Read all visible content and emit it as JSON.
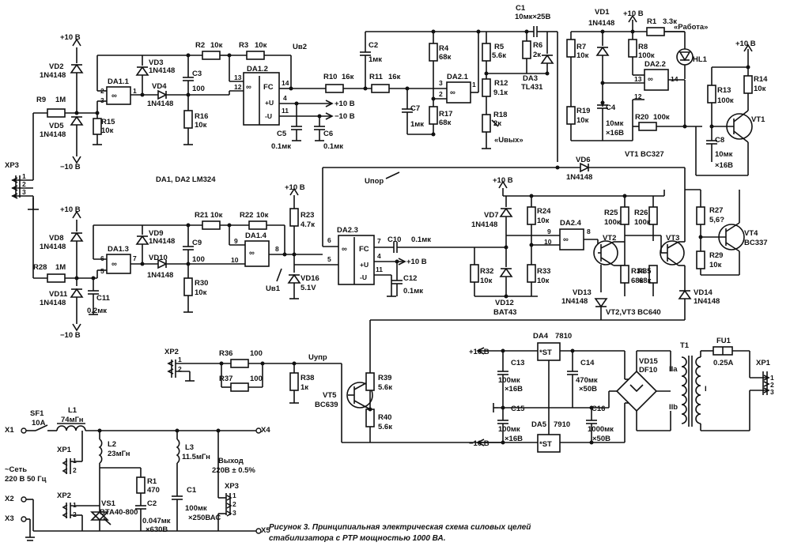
{
  "power": {
    "plus10": "+10 В",
    "minus10": "−10 В",
    "plus10b": "+10 В",
    "minus10b": "−10 В",
    "plus10c": "+10 В"
  },
  "opamps": {
    "da11": "DA1.1",
    "da12": "DA1.2",
    "da13": "DA1.3",
    "da14": "DA1.4",
    "da21": "DA2.1",
    "da22": "DA2.2",
    "da23": "DA2.3",
    "da24": "DA2.4",
    "fc": "FC",
    "inf": "∞",
    "note": "DA1, DA2  LM324",
    "pin_u_plus": "+U",
    "pin_u_minus": "-U"
  },
  "signals": {
    "ub2": "Uв2",
    "ub1": "Uв1",
    "upor": "Uпор",
    "uupr": "Uупр",
    "uvyh": "«Uвых»",
    "rabota": "«Работа»"
  },
  "resistors": {
    "r9": "R9",
    "r9v": "1M",
    "r15": "R15",
    "r15v": "10к",
    "r2": "R2",
    "r2v": "10к",
    "r3": "R3",
    "r3v": "10к",
    "r16": "R16",
    "r16v": "10к",
    "r10": "R10",
    "r10v": "16к",
    "r11": "R11",
    "r11v": "16к",
    "r4": "R4",
    "r4v": "68к",
    "r17": "R17",
    "r17v": "68к",
    "r5": "R5",
    "r5v": "5.6к",
    "r6": "R6",
    "r6v": "2к",
    "r12": "R12",
    "r12v": "9.1к",
    "r18": "R18",
    "r18v": "2к",
    "r7": "R7",
    "r7v": "10к",
    "r8": "R8",
    "r8v": "100к",
    "r1": "R1",
    "r1v": "3.3к",
    "r19": "R19",
    "r19v": "10к",
    "r20": "R20",
    "r20v": "100к",
    "r13": "R13",
    "r13v": "100к",
    "r14": "R14",
    "r14v": "10к",
    "r28": "R28",
    "r28v": "1M",
    "r21": "R21",
    "r21v": "10к",
    "r22": "R22",
    "r22v": "10к",
    "r30": "R30",
    "r30v": "10к",
    "r23": "R23",
    "r23v": "4.7к",
    "r24": "R24",
    "r24v": "10к",
    "r25": "R25",
    "r25v": "100к",
    "r26": "R26",
    "r26v": "100к",
    "r27": "R27",
    "r27v": "5,6?",
    "r29": "R29",
    "r29v": "10к",
    "r32": "R32",
    "r32v": "10к",
    "r33": "R33",
    "r33v": "10к",
    "r34": "R34",
    "r34v": "68к",
    "r35": "R35",
    "r35v": "68к",
    "r36": "R36",
    "r36v": "100",
    "r37": "R37",
    "r37v": "100",
    "r38": "R38",
    "r38v": "1к",
    "r39": "R39",
    "r39v": "5.6к",
    "r40": "R40",
    "r40v": "5.6к",
    "rr1": "R1",
    "rr1v": "470"
  },
  "capacitors": {
    "c1": "C1",
    "c1v": "10мк×25В",
    "c2": "C2",
    "c2v": "1мк",
    "c3": "C3",
    "c3v": "100",
    "c4": "C4",
    "c4v": "10мк",
    "c4v2": "×16В",
    "c5": "C5",
    "c5v": "0.1мк",
    "c6": "C6",
    "c6v": "0.1мк",
    "c7": "C7",
    "c7v": "1мк",
    "c8": "C8",
    "c8v": "10мк",
    "c8v2": "×16В",
    "c9": "C9",
    "c9v": "100",
    "c10": "C10",
    "c10v": "0.1мк",
    "c11": "C11",
    "c11v": "0.2мк",
    "c12": "C12",
    "c12v": "0.1мк",
    "c13": "C13",
    "c13v": "100мк",
    "c13v2": "×16В",
    "c14": "C14",
    "c14v": "470мк",
    "c14v2": "×50В",
    "c15": "C15",
    "c15v": "100мк",
    "c15v2": "×16В",
    "c16": "C16",
    "c16v": "1000мк",
    "c16v2": "×50В",
    "cc1": "C1",
    "cc1v": "100мк",
    "cc1v2": "×250ВАС",
    "cc2": "C2",
    "cc2v": "0.047мк",
    "cc2v2": "×630В"
  },
  "diodes": {
    "vd2": "VD2",
    "vd5": "VD5",
    "vd8": "VD8",
    "vd11": "VD11",
    "vd3": "VD3",
    "vd4": "VD4",
    "vd9": "VD9",
    "vd10": "VD10",
    "vd1": "VD1",
    "vd6": "VD6",
    "vd7": "VD7",
    "vd13": "VD13",
    "vd14": "VD14",
    "vd15": "VD15",
    "vd15v": "DF10",
    "vd16": "VD16",
    "vd16v": "5.1V",
    "vd12": "VD12",
    "vd12v": "BAT43",
    "part": "1N4148",
    "hl1": "HL1"
  },
  "transistors": {
    "vt1": "VT1",
    "vt1note": "VT1  BC327",
    "vt2": "VT2",
    "vt3": "VT3",
    "vt23note": "VT2,VT3  BC640",
    "vt4": "VT4",
    "vt4v": "BC337",
    "vt5": "VT5",
    "vt5v": "BC639",
    "vs1": "VS1",
    "vs1v": "BTA40-800"
  },
  "ics": {
    "da3": "DA3",
    "da3v": "TL431",
    "da4": "DA4",
    "da4v": "7810",
    "da5": "DA5",
    "da5v": "7910",
    "st": "*ST"
  },
  "power_supply": {
    "t1": "T1",
    "fu1": "FU1",
    "fu1v": "0.25A",
    "iia": "IIa",
    "iib": "IIb",
    "i": "I"
  },
  "connectors": {
    "xp1": "XP1",
    "xp2": "XP2",
    "xp3": "XP3",
    "x1": "X1",
    "x2": "X2",
    "x3": "X3",
    "x4": "X4",
    "x5": "X5",
    "p1": "1",
    "p2": "2",
    "p3": "3"
  },
  "mains": {
    "sf1": "SF1",
    "sf1v": "10A",
    "l1": "L1",
    "l1v": "74мГн",
    "l2": "L2",
    "l2v": "23мГн",
    "l3": "L3",
    "l3v": "11.5мГн",
    "net": "~Сеть",
    "netv": "220 В 50 Гц",
    "out": "Выход",
    "outv": "220В ± 0.5%"
  },
  "caption": {
    "line1": "Рисунок 3. Принципиальная электрическая схема силовых целей",
    "line2": "стабилизатора с PTP мощностью 1000 ВА."
  }
}
